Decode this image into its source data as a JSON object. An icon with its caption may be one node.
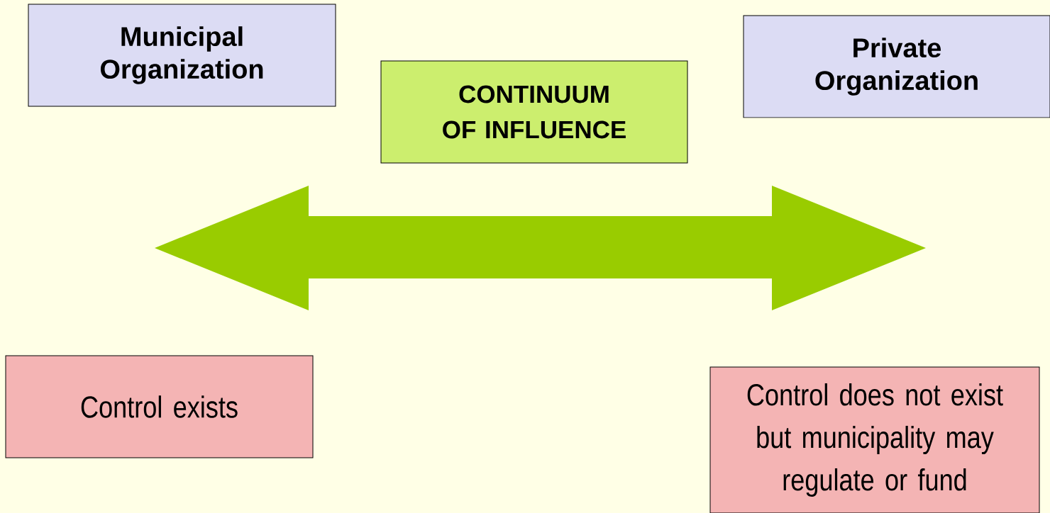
{
  "diagram": {
    "nodes": [
      {
        "text": [
          "Municipal Organization"
        ]
      },
      {
        "text": [
          "CONTINUUM OF INFLUENCE"
        ]
      },
      {
        "text": [
          "Private Organization"
        ]
      },
      {
        "text": [
          "Control exists"
        ]
      },
      {
        "text": [
          "Control does not exist but municipality may regulate or fund"
        ]
      }
    ]
  }
}
